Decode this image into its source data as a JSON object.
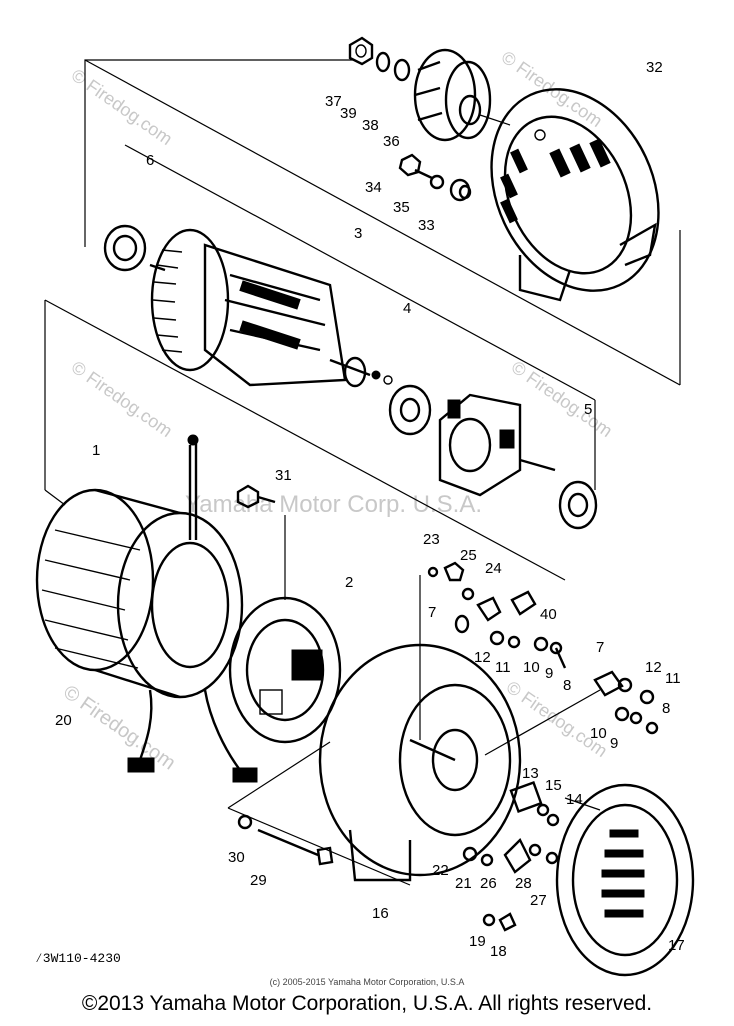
{
  "diagram": {
    "drawing_code": "⁄3W110-4230",
    "watermarks": {
      "center": "Yamaha Motor Corp. U.S.A.",
      "firedog": "Firedog.com",
      "firedog_c": "© Firedog.com"
    },
    "callouts": [
      "1",
      "2",
      "3",
      "4",
      "5",
      "6",
      "7",
      "7",
      "8",
      "8",
      "9",
      "9",
      "10",
      "10",
      "11",
      "11",
      "12",
      "12",
      "13",
      "14",
      "15",
      "16",
      "17",
      "18",
      "19",
      "20",
      "21",
      "22",
      "23",
      "24",
      "25",
      "26",
      "27",
      "28",
      "29",
      "30",
      "31",
      "32",
      "33",
      "34",
      "35",
      "36",
      "37",
      "38",
      "39",
      "40"
    ]
  },
  "footer": {
    "small_credit": "(c) 2005-2015 Yamaha Motor Corporation, U.S.A",
    "copyright": "©2013 Yamaha Motor Corporation, U.S.A. All rights reserved."
  }
}
